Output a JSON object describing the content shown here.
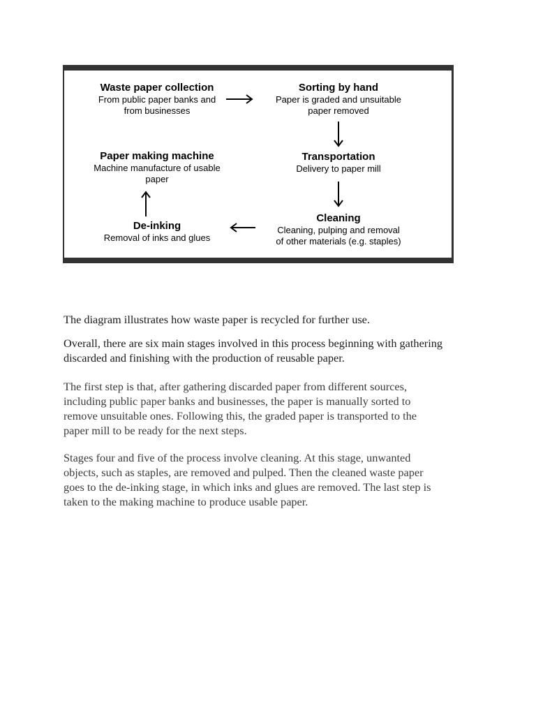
{
  "diagram": {
    "stages": {
      "collection": {
        "title": "Waste paper collection",
        "desc_lines": [
          "From public paper banks and",
          "from businesses"
        ]
      },
      "sorting": {
        "title": "Sorting by hand",
        "desc_lines": [
          "Paper is graded and unsuitable",
          "paper removed"
        ]
      },
      "transportation": {
        "title": "Transportation",
        "desc_lines": [
          "Delivery to paper mill"
        ]
      },
      "cleaning": {
        "title": "Cleaning",
        "desc_lines": [
          "Cleaning, pulping and removal",
          "of other materials (e.g. staples)"
        ]
      },
      "deinking": {
        "title": "De-inking",
        "desc_lines": [
          "Removal of inks and glues"
        ]
      },
      "machine": {
        "title": "Paper making machine",
        "desc_lines": [
          "Machine manufacture of usable",
          "paper"
        ]
      }
    }
  },
  "essay": {
    "intro": "The diagram illustrates how waste paper is recycled for further use.",
    "overview_lines": [
      "Overall, there are six main stages involved in this process beginning with gathering",
      "discarded and finishing with the production of reusable paper."
    ],
    "body1_lines": [
      "The first step is that, after gathering discarded paper from different sources,",
      "including public paper banks and businesses, the paper is manually sorted to",
      "remove unsuitable ones. Following this, the graded paper is transported to the",
      "paper mill to be ready for the next steps."
    ],
    "body2_lines": [
      "Stages four and five of the process involve cleaning. At this stage, unwanted",
      "objects, such as staples, are removed and pulped. Then the cleaned waste paper",
      "goes to the de-inking stage, in which inks and glues are removed. The last step is",
      "taken to the making machine to produce usable paper."
    ]
  }
}
